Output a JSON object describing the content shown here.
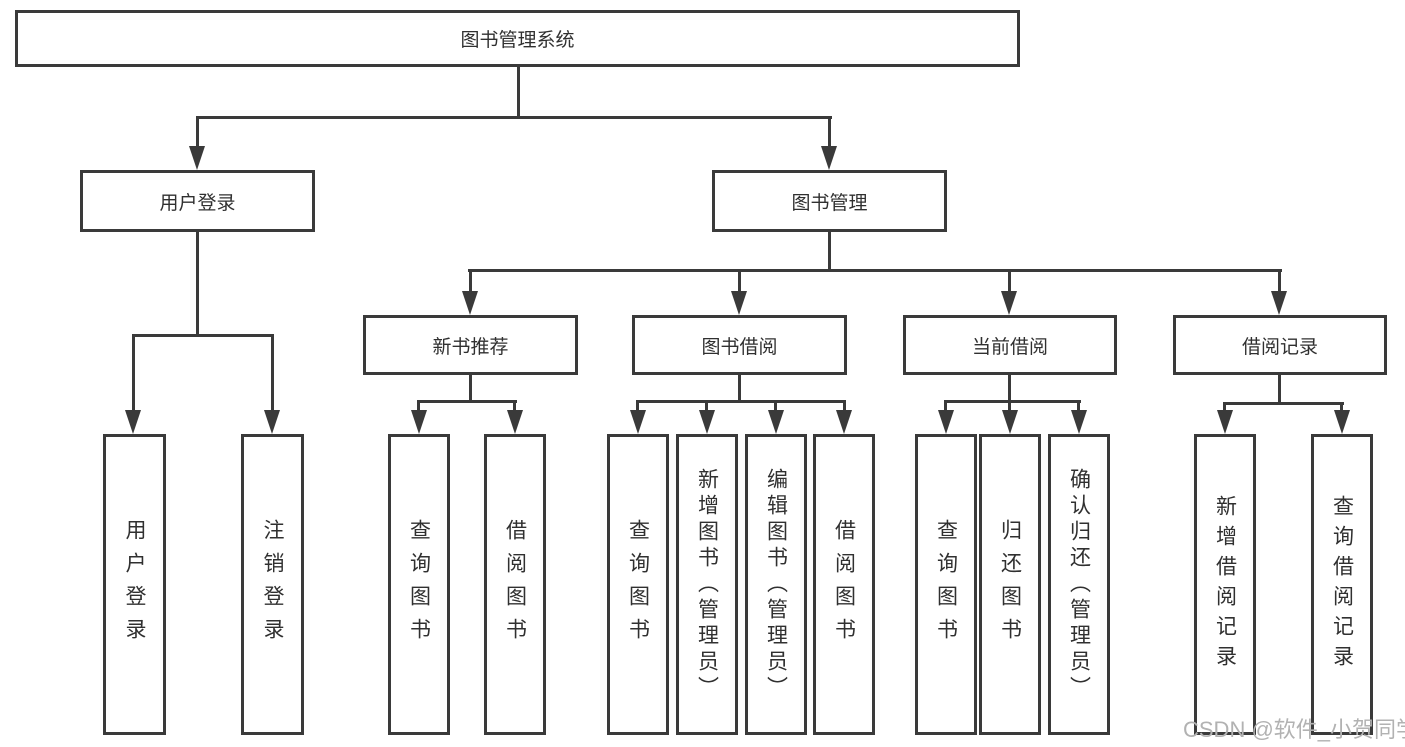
{
  "root": {
    "label": "图书管理系统"
  },
  "level2": [
    {
      "label": "用户登录"
    },
    {
      "label": "图书管理"
    }
  ],
  "level3": [
    {
      "label": "新书推荐",
      "parent": "图书管理"
    },
    {
      "label": "图书借阅",
      "parent": "图书管理"
    },
    {
      "label": "当前借阅",
      "parent": "图书管理"
    },
    {
      "label": "借阅记录",
      "parent": "图书管理"
    }
  ],
  "leaves": [
    {
      "label": "用户登录",
      "parent": "用户登录"
    },
    {
      "label": "注销登录",
      "parent": "用户登录"
    },
    {
      "label": "查询图书",
      "parent": "新书推荐"
    },
    {
      "label": "借阅图书",
      "parent": "新书推荐"
    },
    {
      "label": "查询图书",
      "parent": "图书借阅"
    },
    {
      "label": "新增图书（管理员）",
      "parent": "图书借阅"
    },
    {
      "label": "编辑图书（管理员）",
      "parent": "图书借阅"
    },
    {
      "label": "借阅图书",
      "parent": "图书借阅"
    },
    {
      "label": "查询图书",
      "parent": "当前借阅"
    },
    {
      "label": "归还图书",
      "parent": "当前借阅"
    },
    {
      "label": "确认归还（管理员）",
      "parent": "当前借阅"
    },
    {
      "label": "新增借阅记录",
      "parent": "借阅记录"
    },
    {
      "label": "查询借阅记录",
      "parent": "借阅记录"
    }
  ],
  "watermark": {
    "text": "CSDN @软件_小贺同学"
  },
  "colors": {
    "line": "#3a3a3a",
    "text": "#303030",
    "watermark": "#b2b2b2",
    "box_fill": "#ffffff"
  }
}
